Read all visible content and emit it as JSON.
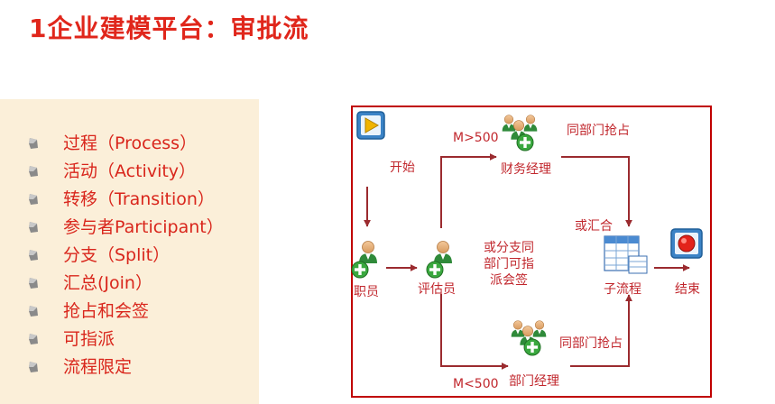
{
  "title": "1企业建模平台：审批流",
  "concepts": [
    "过程（Process）",
    "活动（Activity）",
    "转移（Transition）",
    "参与者Participant）",
    "分支（Split）",
    "汇总(Join）",
    "抢占和会签",
    "可指派",
    "流程限定"
  ],
  "diagram": {
    "start_label": "开始",
    "employee_label": "职员",
    "evaluator_label": "评估员",
    "finance_manager_label": "财务经理",
    "dept_manager_label": "部门经理",
    "subprocess_label": "子流程",
    "end_label": "结束",
    "condition_upper": "M>500",
    "condition_lower": "M<500",
    "join_label": "或汇合",
    "same_dept_claim_upper": "同部门抢占",
    "same_dept_claim_lower": "同部门抢占",
    "split_note_line1": "或分支同",
    "split_note_line2": "部门可指",
    "split_note_line3": "派会签"
  },
  "colors": {
    "title": "#e0261b",
    "text_red": "#c1272d",
    "arrow": "#9b2b2f",
    "frame": "#c00000",
    "panel_bg": "#fbefd9"
  }
}
